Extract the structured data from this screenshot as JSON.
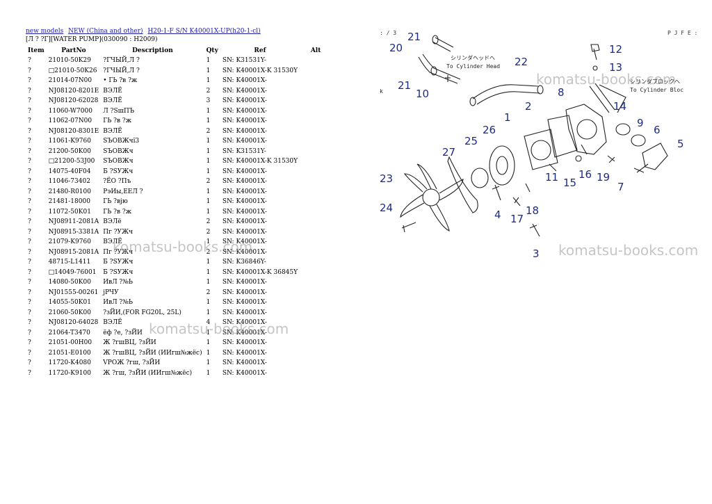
{
  "breadcrumb": {
    "links": [
      "new models",
      "NEW (China and other)",
      "H20-1-F S/N K40001X-UP(h20-1-cl)"
    ]
  },
  "subtitle": "[Л ? ?Г][WATER PUMP](030090 : H2009)",
  "table": {
    "headers": [
      "Item",
      "PartNo",
      "Description",
      "Qty",
      "Ref",
      "Alt"
    ],
    "rows": [
      [
        "?",
        "21010-50K29",
        "?ГЧЫЙ,Л ?",
        "1",
        "SN: K31531Y-",
        ""
      ],
      [
        "?",
        "□21010-50K26",
        "?ГЧЫЙ,Л ?",
        "1",
        "SN: K40001X-K 31530Y",
        ""
      ],
      [
        "?",
        "21014-07N00",
        "• ГЬ ?в ?ж",
        "1",
        "SN: K40001X-",
        ""
      ],
      [
        "?",
        "NJ08120-8201E",
        "ВЭЛЁ",
        "2",
        "SN: K40001X-",
        ""
      ],
      [
        "?",
        "NJ08120-62028",
        "ВЭЛЁ",
        "3",
        "SN: K40001X-",
        ""
      ],
      [
        "?",
        "11060-W7000",
        "Л ?SшПЪ",
        "1",
        "SN: K40001X-",
        ""
      ],
      [
        "?",
        "11062-07N00",
        "ГЬ ?в ?ж",
        "1",
        "SN: K40001X-",
        ""
      ],
      [
        "?",
        "NJ08120-8301E",
        "ВЭЛЁ",
        "2",
        "SN: K40001X-",
        ""
      ],
      [
        "?",
        "11061-K9760",
        "SЪОВЖчї3",
        "1",
        "SN: K40001X-",
        ""
      ],
      [
        "?",
        "21200-50K00",
        "SЪОВЖч",
        "1",
        "SN: K31531Y-",
        ""
      ],
      [
        "?",
        "□21200-53J00",
        "SЪОВЖч",
        "1",
        "SN: K40001X-K 31530Y",
        ""
      ],
      [
        "?",
        "14075-40F04",
        "Б ?SУЖч",
        "1",
        "SN: K40001X-",
        ""
      ],
      [
        "?",
        "11046-73402",
        "?ЁО ?Пъ",
        "2",
        "SN: K40001X-",
        ""
      ],
      [
        "?",
        "21480-R0100",
        "РэИы,ЕЕЛ ?",
        "1",
        "SN: K40001X-",
        ""
      ],
      [
        "?",
        "21481-18000",
        "ГЬ ?вјю",
        "1",
        "SN: K40001X-",
        ""
      ],
      [
        "?",
        "11072-50K01",
        "ГЬ ?в ?ж",
        "1",
        "SN: K40001X-",
        ""
      ],
      [
        "?",
        "NJ08911-2081A",
        "ВЭЛё",
        "2",
        "SN: K40001X-",
        ""
      ],
      [
        "?",
        "NJ08915-3381A",
        "Пг ?УЖч",
        "2",
        "SN: K40001X-",
        ""
      ],
      [
        "?",
        "21079-K9760",
        "ВЭЛЁ",
        "1",
        "SN: K40001X-",
        ""
      ],
      [
        "?",
        "NJ08915-2081A",
        "Пг ?УЖч",
        "2",
        "SN: K40001X-",
        ""
      ],
      [
        "?",
        "48715-L1411",
        "Б ?SУЖч",
        "1",
        "SN: K36846Y-",
        ""
      ],
      [
        "?",
        "□14049-76001",
        "Б ?SУЖч",
        "1",
        "SN: K40001X-K 36845Y",
        ""
      ],
      [
        "?",
        "14080-50K00",
        "ИвЛ ?№Ь",
        "1",
        "SN: K40001X-",
        ""
      ],
      [
        "?",
        "NJ01555-00261",
        "јРЧУ",
        "2",
        "SN: K40001X-",
        ""
      ],
      [
        "?",
        "14055-50K01",
        "ИвЛ ?№Ь",
        "1",
        "SN: K40001X-",
        ""
      ],
      [
        "?",
        "21060-50K00",
        "?зЙИ,(FOR FG20L, 25L)",
        "1",
        "SN: K40001X-",
        ""
      ],
      [
        "?",
        "NJ08120-64028",
        "ВЭЛЁ",
        "4",
        "SN: K40001X-",
        ""
      ],
      [
        "?",
        "21064-T3470",
        "ёф ?е, ?зЙИ",
        "1",
        "SN: K40001X-",
        ""
      ],
      [
        "?",
        "21051-00H00",
        "Ж ?гшВЦ, ?зЙИ",
        "1",
        "SN: K40001X-",
        ""
      ],
      [
        "?",
        "21051-E0100",
        "Ж ?гшВЦ, ?зЙИ (ИИгш№жёс)",
        "1",
        "SN: K40001X-",
        ""
      ],
      [
        "?",
        "11720-K4080",
        "VРОЖ ?гш, ?зЙИ",
        "1",
        "SN: K40001X-",
        ""
      ],
      [
        "?",
        "11720-K9100",
        "Ж ?гш, ?зЙИ (ИИгш№жёс)",
        "1",
        "SN: K40001X-",
        ""
      ]
    ]
  },
  "watermark": "komatsu-books.com",
  "diagram": {
    "corner_left": ": / 3",
    "corner_right": "P J F E :",
    "callouts": [
      "1",
      "2",
      "3",
      "4",
      "5",
      "6",
      "7",
      "8",
      "9",
      "10",
      "11",
      "12",
      "13",
      "14",
      "15",
      "16",
      "17",
      "18",
      "19",
      "20",
      "21",
      "21",
      "22",
      "23",
      "24",
      "25",
      "26",
      "27"
    ],
    "notes": {
      "head_jp": "シリンダヘッドへ",
      "head_en": "To Cylinder Head",
      "block_jp": "シリンダブロックへ",
      "block_en": "To Cylinder Bloc",
      "k": "k"
    },
    "colors": {
      "callout": "#1b2a8a",
      "line": "#222222"
    }
  }
}
